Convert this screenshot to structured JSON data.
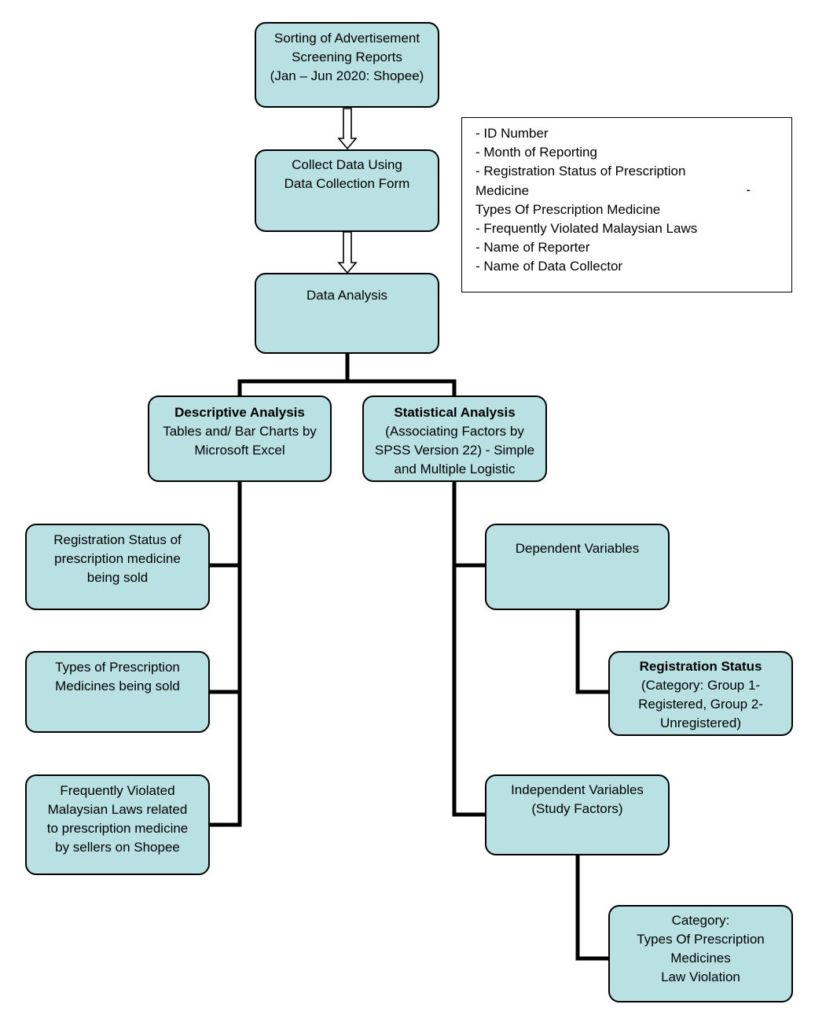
{
  "nodes": {
    "sorting": [
      "Sorting of Advertisement",
      "Screening Reports",
      "(Jan – Jun 2020: Shopee)"
    ],
    "collect": [
      "Collect Data Using",
      "Data Collection Form"
    ],
    "analysis": [
      "Data Analysis"
    ],
    "descriptive": {
      "title": "Descriptive Analysis",
      "lines": [
        "Tables and/ Bar Charts by",
        "Microsoft Excel"
      ]
    },
    "statistical": {
      "title": "Statistical Analysis",
      "lines": [
        "(Associating Factors by",
        "SPSS Version 22) - Simple",
        "and Multiple Logistic"
      ]
    },
    "registration_status_sold": [
      "Registration Status of",
      "prescription medicine",
      "being sold"
    ],
    "types_sold": [
      "Types of Prescription",
      "Medicines being sold"
    ],
    "laws": [
      "Frequently Violated",
      "Malaysian Laws related",
      "to prescription medicine",
      "by sellers on Shopee"
    ],
    "dependent": [
      "Dependent Variables"
    ],
    "registration_status": {
      "title": "Registration Status",
      "lines": [
        "(Category: Group 1-",
        "Registered, Group 2-",
        "Unregistered)"
      ]
    },
    "independent": [
      "Independent Variables",
      "(Study Factors)"
    ],
    "category": [
      "Category:",
      "Types Of Prescription",
      "Medicines",
      "Law Violation"
    ]
  },
  "data_fields_note": {
    "lines": [
      "- ID Number",
      "- Month of Reporting",
      "- Registration Status of Prescription",
      "Medicine",
      "Types Of Prescription Medicine",
      "- Frequently Violated Malaysian Laws",
      "- Name of Reporter",
      "- Name of Data Collector"
    ],
    "trailing_dash": "-"
  },
  "colors": {
    "box_fill": "#b9e0e2",
    "border": "#000000"
  }
}
